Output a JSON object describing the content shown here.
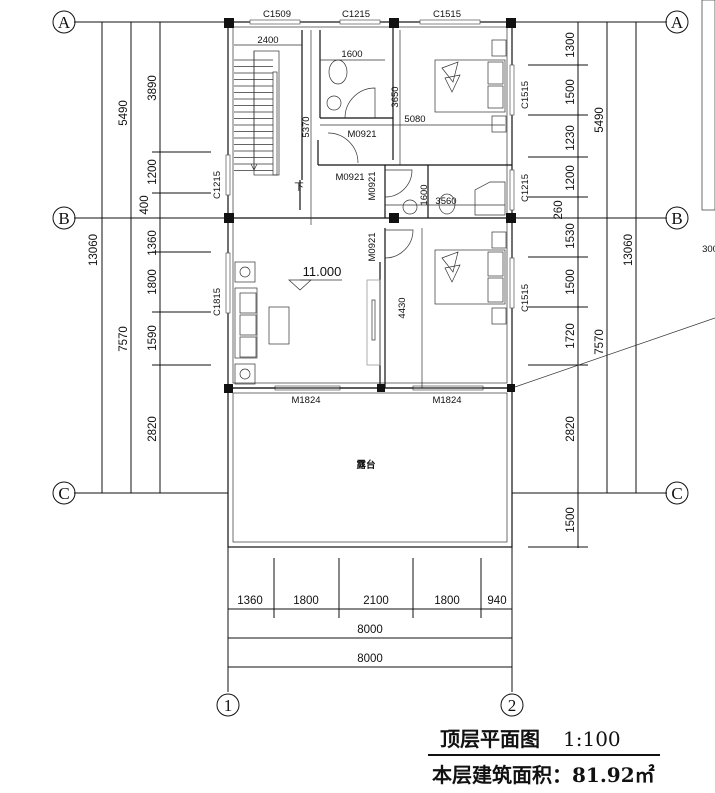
{
  "axes": {
    "a": "A",
    "b": "B",
    "c": "C",
    "one": "1",
    "two": "2"
  },
  "left_dims": [
    "13060",
    "5490",
    "7570",
    "3890",
    "1200",
    "400",
    "1360",
    "1800",
    "1590",
    "2820"
  ],
  "right_dims": [
    "1300",
    "1500",
    "1230",
    "1200",
    "260",
    "1530",
    "1500",
    "1720",
    "2820",
    "1500",
    "5490",
    "7570",
    "13060",
    "300"
  ],
  "bottom_dims": [
    "1360",
    "1800",
    "2100",
    "1800",
    "940",
    "8000",
    "8000"
  ],
  "windows": [
    "C1509",
    "C1215",
    "C1515",
    "C1215",
    "C1815",
    "C1515",
    "C1215",
    "C1515"
  ],
  "interior": {
    "stair_width": "2400",
    "bath1_width": "1600",
    "bed1_depth": "3650",
    "corridor_length": "5080",
    "stair_length": "5370",
    "door_bath1": "M0921",
    "door_stair": "M0921",
    "door_bath2": "M0921",
    "bath2_depth": "1600",
    "bath2_width": "3560",
    "stair_down": "下",
    "door_bed2": "M0921",
    "elevation": "11.000",
    "bed2_depth": "4430",
    "balcony_door_left": "M1824",
    "balcony_door_right": "M1824",
    "terrace": "露台"
  },
  "title": {
    "name": "顶层平面图",
    "scale": "1:100",
    "area": "本层建筑面积：81.92㎡"
  }
}
